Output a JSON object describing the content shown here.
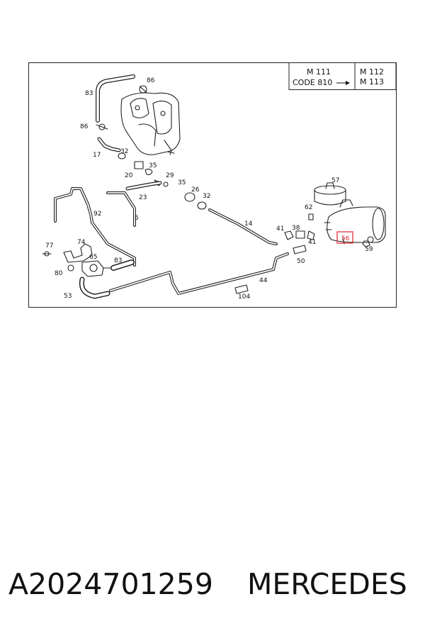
{
  "legend": {
    "left_line1": "M 111",
    "left_line2": "CODE 810",
    "right_line1": "M 112",
    "right_line2": "M 113"
  },
  "highlight": {
    "part": "56",
    "color": "#e0202a"
  },
  "labels": {
    "p86a": "86",
    "p83a": "83",
    "p86b": "86",
    "p17": "17",
    "p32a": "32",
    "p35a": "35",
    "p20": "20",
    "p29": "29",
    "p35b": "35",
    "p23": "23",
    "p26": "26",
    "p32b": "32",
    "p92": "92",
    "p5": "5",
    "p14": "14",
    "p57": "57",
    "p62": "62",
    "p41a": "41",
    "p38": "38",
    "p41b": "41",
    "p56": "56",
    "p59": "59",
    "p50": "50",
    "p77": "77",
    "p74": "74",
    "p65": "65",
    "p80": "80",
    "p83b": "83",
    "p44": "44",
    "p53": "53",
    "p104": "104"
  },
  "caption": {
    "part_number": "A2024701259",
    "brand": "MERCEDES"
  }
}
